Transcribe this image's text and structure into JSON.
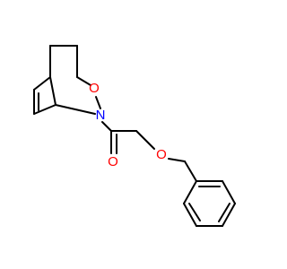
{
  "molecule": {
    "atoms": {
      "oxygen_ring": {
        "symbol": "O",
        "color": "#ff0000"
      },
      "nitrogen": {
        "symbol": "N",
        "color": "#0000ff"
      },
      "oxygen_carbonyl": {
        "symbol": "O",
        "color": "#ff0000"
      },
      "oxygen_ether": {
        "symbol": "O",
        "color": "#ff0000"
      }
    },
    "bond_color": "#000000"
  }
}
